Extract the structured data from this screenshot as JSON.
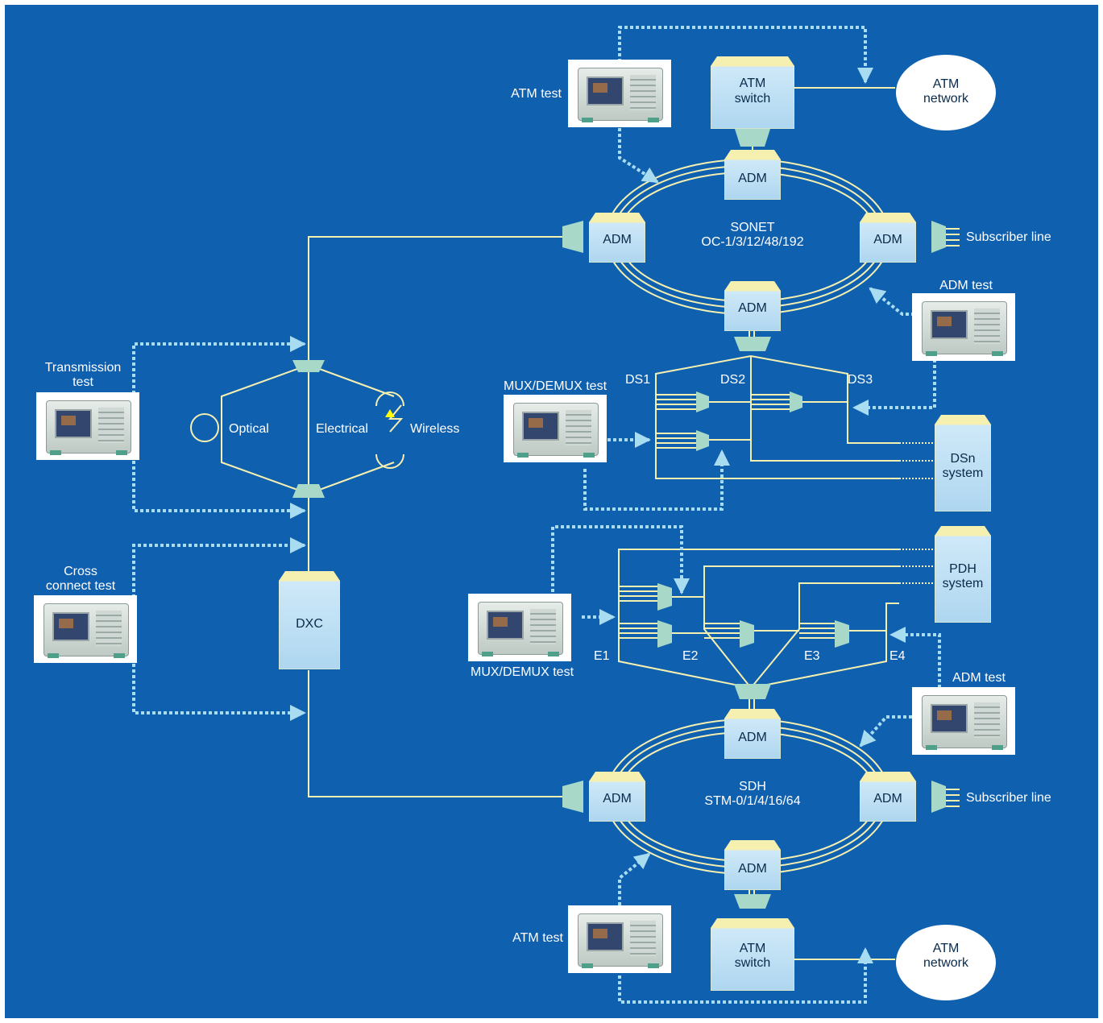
{
  "colors": {
    "background": "#1060b0",
    "line": "#f5f0b0",
    "box_fill": "#bde0f5",
    "box_top": "#f5f0b0",
    "connector": "#a8d8c8",
    "test_arrow": "#a8dcf0",
    "wireless_arrow": "#ffff00"
  },
  "sonet": {
    "ring_label": "SONET",
    "ring_rates": "OC-1/3/12/48/192",
    "adm_label": "ADM",
    "atm_switch_label_1": "ATM",
    "atm_switch_label_2": "switch",
    "atm_network_label_1": "ATM",
    "atm_network_label_2": "network",
    "atm_test_label": "ATM test",
    "subscriber_label": "Subscriber line",
    "adm_test_label": "ADM test"
  },
  "sdh": {
    "ring_label": "SDH",
    "ring_rates": "STM-0/1/4/16/64",
    "adm_label": "ADM",
    "atm_switch_label_1": "ATM",
    "atm_switch_label_2": "switch",
    "atm_network_label_1": "ATM",
    "atm_network_label_2": "network",
    "atm_test_label": "ATM test",
    "subscriber_label": "Subscriber line",
    "adm_test_label": "ADM test"
  },
  "ds_section": {
    "mux_test_label": "MUX/DEMUX test",
    "levels": [
      "DS1",
      "DS2",
      "DS3"
    ],
    "system_label_1": "DSn",
    "system_label_2": "system"
  },
  "e_section": {
    "mux_test_label": "MUX/DEMUX test",
    "levels": [
      "E1",
      "E2",
      "E3",
      "E4"
    ],
    "system_label_1": "PDH",
    "system_label_2": "system"
  },
  "transmission": {
    "test_label_1": "Transmission",
    "test_label_2": "test",
    "optical_label": "Optical",
    "electrical_label": "Electrical",
    "wireless_label": "Wireless"
  },
  "dxc": {
    "label": "DXC",
    "test_label_1": "Cross",
    "test_label_2": "connect test"
  }
}
